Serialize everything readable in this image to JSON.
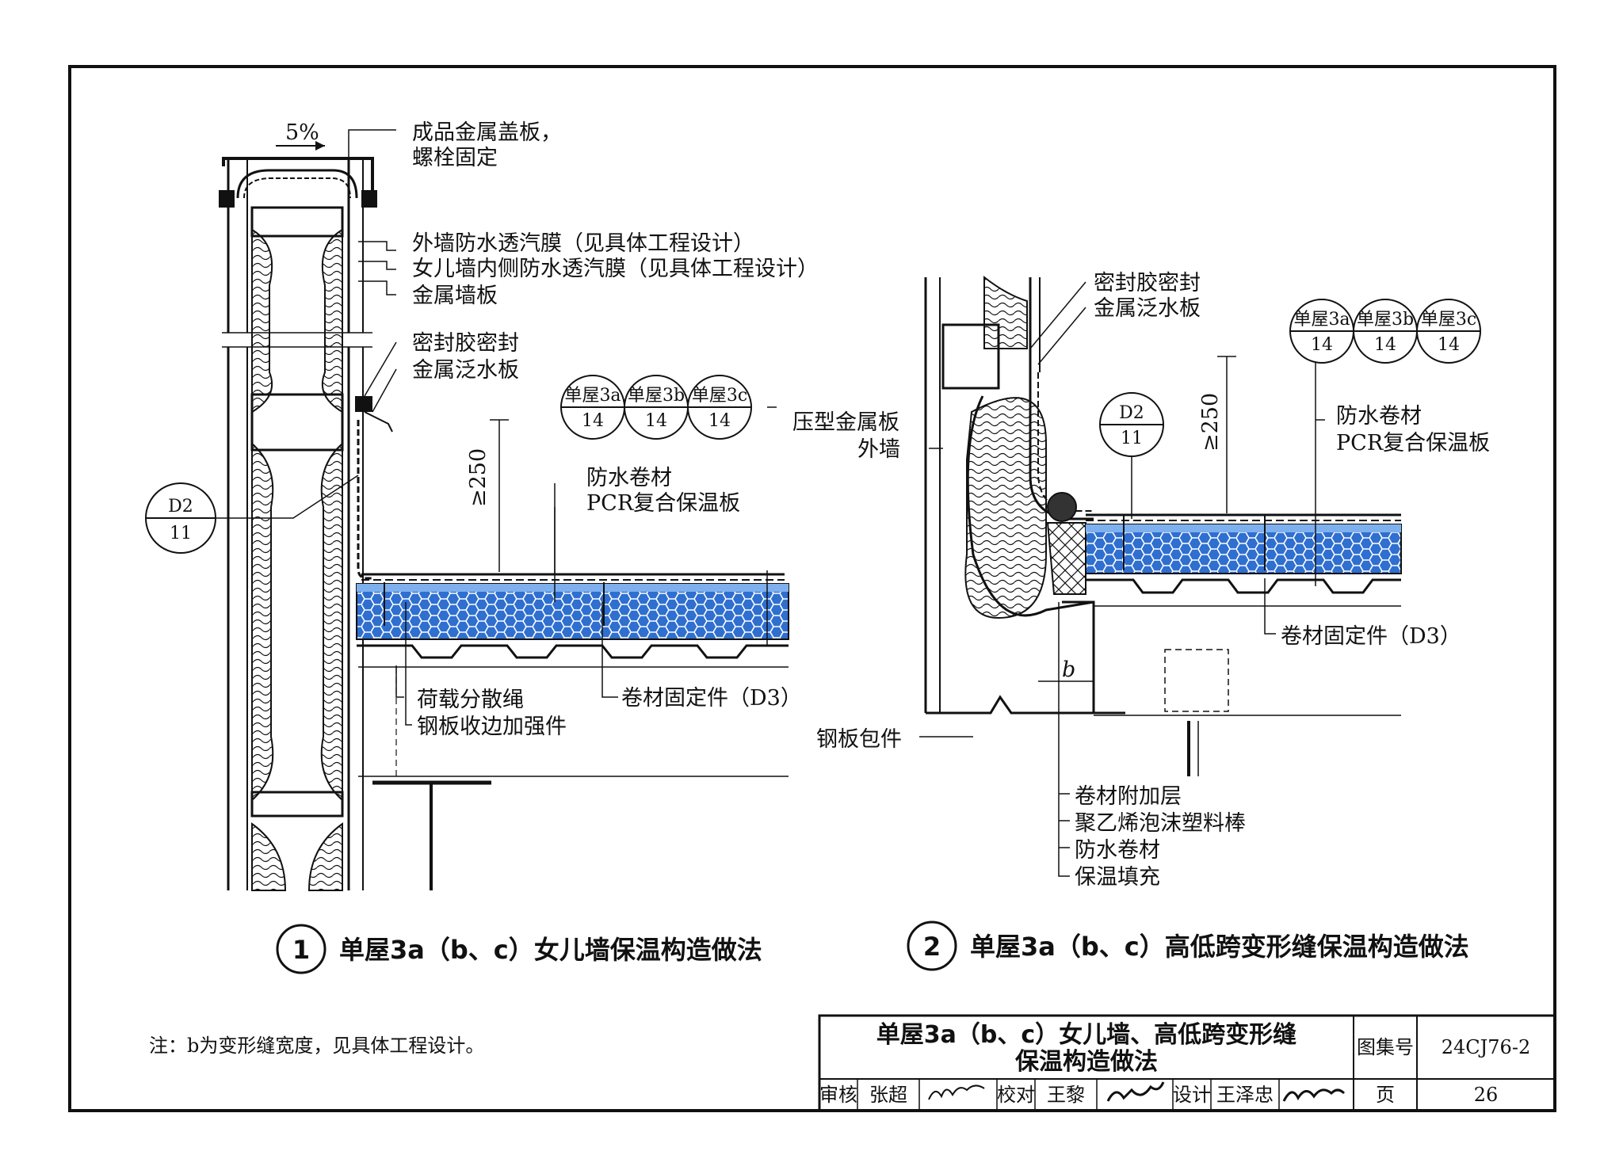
{
  "detail1": {
    "slope": "5%",
    "labels": {
      "cover": "成品金属盖板，",
      "cover2": "螺栓固定",
      "outer_membrane": "外墙防水透汽膜（见具体工程设计）",
      "inner_membrane": "女儿墙内侧防水透汽膜（见具体工程设计）",
      "wall_panel": "金属墙板",
      "sealant": "密封胶密封",
      "flashing": "金属泛水板",
      "membrane": "防水卷材",
      "pcr": "PCR复合保温板",
      "rope": "荷载分散绳",
      "edge": "钢板收边加强件",
      "fastener": "卷材固定件（D3）",
      "height": "≥250"
    },
    "callout": {
      "top": "D2",
      "bottom": "11"
    },
    "refs": [
      {
        "top": "单屋3a",
        "bottom": "14"
      },
      {
        "top": "单屋3b",
        "bottom": "14"
      },
      {
        "top": "单屋3c",
        "bottom": "14"
      }
    ],
    "number": "1",
    "title": "单屋3a（b、c）女儿墙保温构造做法"
  },
  "detail2": {
    "labels": {
      "sealant": "密封胶密封",
      "flashing": "金属泛水板",
      "profiled": "压型金属板",
      "outer_wall": "外墙",
      "membrane": "防水卷材",
      "pcr": "PCR复合保温板",
      "fastener": "卷材固定件（D3）",
      "wrap": "钢板包件",
      "add_layer": "卷材附加层",
      "foam_rod": "聚乙烯泡沫塑料棒",
      "membrane2": "防水卷材",
      "fill": "保温填充",
      "height": "≥250",
      "b": "b"
    },
    "callout": {
      "top": "D2",
      "bottom": "11"
    },
    "refs": [
      {
        "top": "单屋3a",
        "bottom": "14"
      },
      {
        "top": "单屋3b",
        "bottom": "14"
      },
      {
        "top": "单屋3c",
        "bottom": "14"
      }
    ],
    "number": "2",
    "title": "单屋3a（b、c）高低跨变形缝保温构造做法"
  },
  "note": "注：b为变形缝宽度，见具体工程设计。",
  "titleblock": {
    "title1": "单屋3a（b、c）女儿墙、高低跨变形缝",
    "title2": "保温构造做法",
    "atlas_label": "图集号",
    "atlas_no": "24CJ76-2",
    "review_label": "审核",
    "reviewer": "张超",
    "check_label": "校对",
    "checker": "王黎",
    "design_label": "设计",
    "designer": "王泽忠",
    "page_label": "页",
    "page_no": "26"
  },
  "colors": {
    "insulation": "#2f6fd0",
    "insulation_light": "#7fb0ee",
    "line": "#111111"
  }
}
